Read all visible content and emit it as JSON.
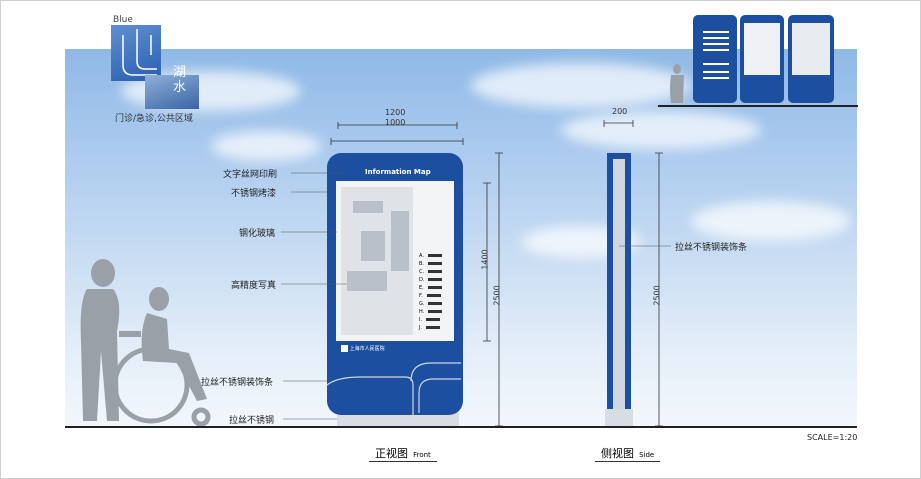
{
  "logo": {
    "word": "Blue",
    "characters": "湖水",
    "caption": "门诊/急诊,公共区域"
  },
  "front_sign": {
    "header": "Information Map",
    "legend": [
      "A.",
      "B.",
      "C.",
      "D.",
      "E.",
      "F.",
      "G.",
      "H.",
      "I.",
      "J."
    ],
    "brand": "上海市人民医院"
  },
  "dimensions": {
    "width_outer": "1200",
    "width_inner": "1000",
    "height_panel": "1400",
    "height_total": "2500",
    "side_width": "200",
    "side_height": "2500"
  },
  "annotations": {
    "silk_print": "文字丝网印刷",
    "stainless_paint": "不锈钢烤漆",
    "tempered_glass": "钢化玻璃",
    "hd_photo": "高精度写真",
    "brushed_trim": "拉丝不锈钢装饰条",
    "brushed_steel": "拉丝不锈钢",
    "side_trim": "拉丝不锈钢装饰条"
  },
  "views": {
    "front_cn": "正视图",
    "front_en": "Front",
    "side_cn": "侧视图",
    "side_en": "Side"
  },
  "scale": "SCALE=1:20",
  "colors": {
    "sign_blue": "#1d4fa0",
    "trim": "#cfd6e0"
  }
}
